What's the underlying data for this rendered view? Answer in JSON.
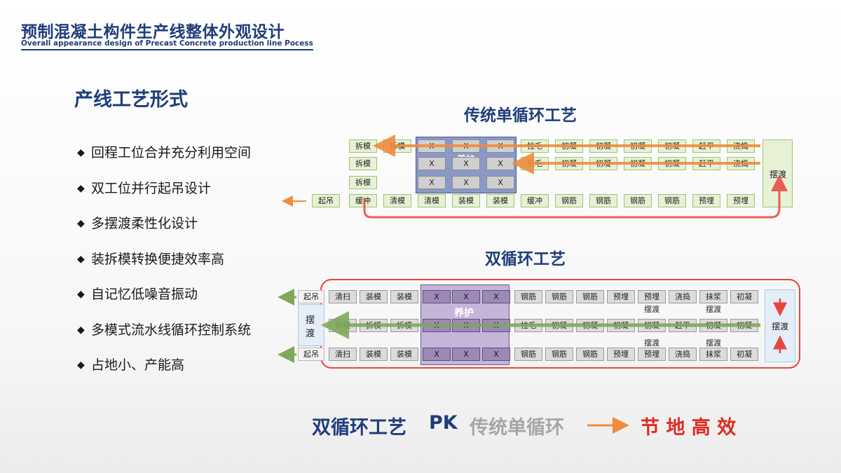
{
  "header": {
    "title_cn": "预制混凝土构件生产线整体外观设计",
    "title_en": "Overall appearance design of Precast Concrete production line Pocess"
  },
  "section": {
    "title": "产线工艺形式",
    "bullets": [
      "回程工位合并充分利用空间",
      "双工位并行起吊设计",
      "多摆渡柔性化设计",
      "装拆模转换便捷效率高",
      "自记忆低噪音振动",
      "多模式流水线循环控制系统",
      "占地小、产能高"
    ]
  },
  "single": {
    "title": "传统单循环工艺",
    "curing": "养护",
    "row1": [
      "拆模",
      "拆模",
      "X",
      "X",
      "X",
      "拉毛",
      "初凝",
      "初凝",
      "初凝",
      "初凝",
      "赶平",
      "浇捣"
    ],
    "row2": [
      "拆模",
      "X",
      "X",
      "X",
      "拉毛",
      "初凝",
      "初凝",
      "初凝",
      "初凝",
      "赶平",
      "浇捣"
    ],
    "row3": [
      "拆模",
      "X",
      "X",
      "X"
    ],
    "row4": [
      "起吊",
      "缓冲",
      "清模",
      "清模",
      "装模",
      "装模",
      "缓冲",
      "钢筋",
      "钢筋",
      "钢筋",
      "钢筋",
      "预埋",
      "预埋"
    ],
    "ferry": "摆渡"
  },
  "double": {
    "title": "双循环工艺",
    "curing": "养护",
    "lift_top": "起吊",
    "lift_bottom": "起吊",
    "ferry_left_1": "摆",
    "ferry_left_2": "渡",
    "ferry_right": "摆渡",
    "row1": [
      "清扫",
      "装模",
      "装模",
      "X",
      "X",
      "X",
      "钢筋",
      "钢筋",
      "钢筋",
      "预埋",
      "预埋",
      "浇捣",
      "抹浆",
      "初凝"
    ],
    "row2": [
      "拆模",
      "拆模",
      "拆模",
      "X",
      "X",
      "X",
      "拉毛",
      "初凝",
      "初凝",
      "初凝",
      "初凝",
      "赶平",
      "初凝",
      "初凝"
    ],
    "row3": [
      "清扫",
      "装模",
      "装模",
      "X",
      "X",
      "X",
      "钢筋",
      "钢筋",
      "钢筋",
      "预埋",
      "预埋",
      "浇捣",
      "抹浆",
      "初凝"
    ],
    "notes": [
      "摆渡",
      "摆渡",
      "摆渡",
      "摆渡"
    ]
  },
  "footer": {
    "part1": "双循环工艺",
    "pk": "PK",
    "part2": "传统单循环",
    "result": "节 地 高 效"
  },
  "colors": {
    "navy": "#1f3d7a",
    "red": "#e8463c",
    "orange": "#f08c3c",
    "green": "#7fa85a",
    "purple": "#9c89b5"
  }
}
